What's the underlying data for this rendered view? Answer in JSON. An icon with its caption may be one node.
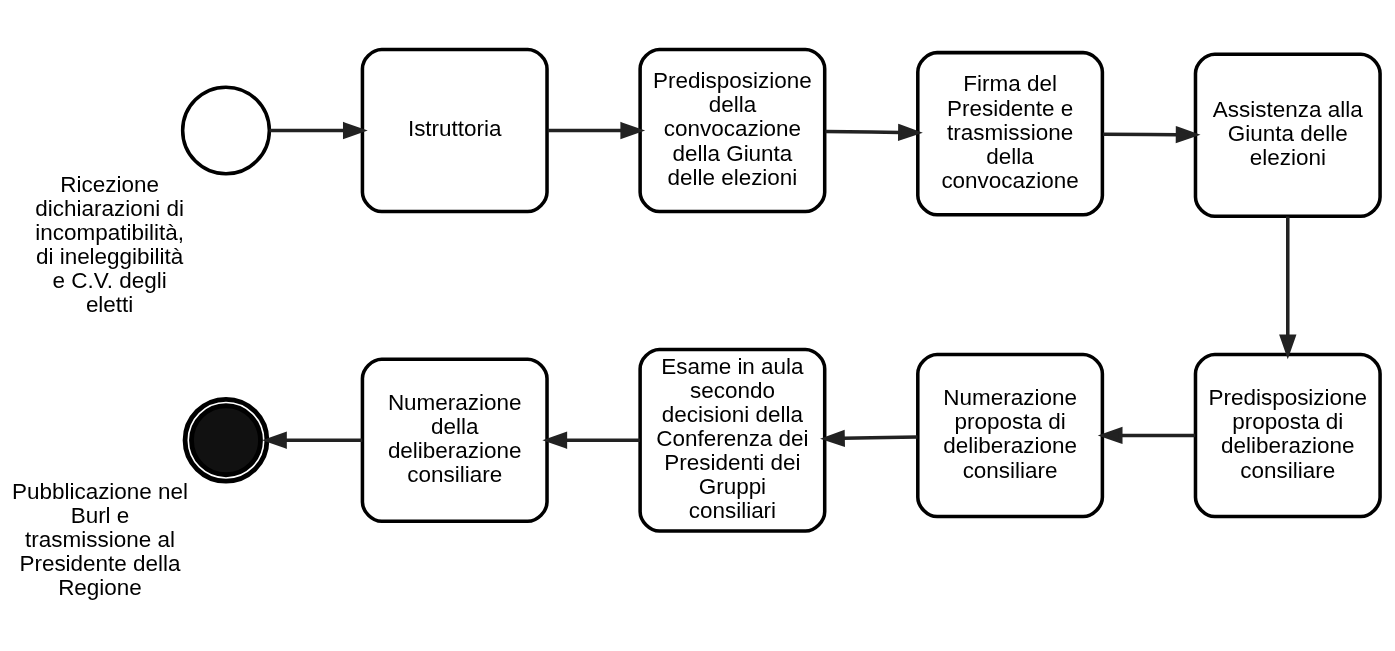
{
  "diagram": {
    "nodes": [
      {
        "text": [],
        "shape": "circle",
        "beside": [
          "Ricezione dichiarazioni di incompatibilità, di ineleggibilità e C.V. degli eletti"
        ]
      },
      {
        "text": [
          "Istruttoria"
        ]
      },
      {
        "text": [
          "Predisposizione della convocazione della Giunta delle elezioni"
        ]
      },
      {
        "text": [
          "Firma del Presidente e trasmissione della convocazione"
        ]
      },
      {
        "text": [
          "Assistenza alla Giunta delle elezioni"
        ]
      },
      {
        "text": [
          "Predisposizione proposta di deliberazione consiliare"
        ]
      },
      {
        "text": [
          "Numerazione proposta di deliberazione consiliare"
        ]
      },
      {
        "text": [
          "Esame in aula secondo decisioni della Conferenza dei Presidenti dei Gruppi consiliari"
        ]
      },
      {
        "text": [
          "Numerazione della deliberazione consiliare"
        ]
      },
      {
        "text": [],
        "shape": "circle",
        "beside": [
          "Pubblicazione nel Burl e trasmissione al Presidente della Regione"
        ]
      }
    ],
    "edges": [
      {
        "from": 0,
        "to": 1,
        "arrow": "to"
      },
      {
        "from": 1,
        "to": 2,
        "arrow": "to"
      },
      {
        "from": 2,
        "to": 3,
        "arrow": "to"
      },
      {
        "from": 3,
        "to": 4,
        "arrow": "to"
      },
      {
        "from": 4,
        "to": 5,
        "arrow": "to"
      },
      {
        "from": 5,
        "to": 6,
        "arrow": "to"
      },
      {
        "from": 6,
        "to": 7,
        "arrow": "to"
      },
      {
        "from": 7,
        "to": 8,
        "arrow": "to"
      },
      {
        "from": 8,
        "to": 9,
        "arrow": "to"
      }
    ]
  }
}
